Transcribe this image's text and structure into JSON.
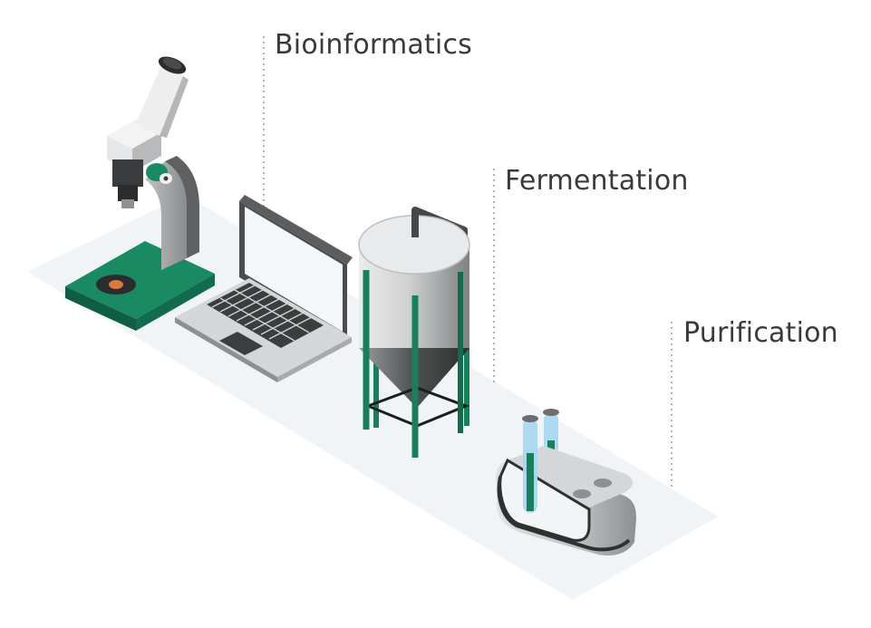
{
  "stages": [
    {
      "id": "bioinformatics",
      "label": "Bioinformatics",
      "equipment": "laptop-icon"
    },
    {
      "id": "fermentation",
      "label": "Fermentation",
      "equipment": "fermenter-tank-icon"
    },
    {
      "id": "purification",
      "label": "Purification",
      "equipment": "test-tube-rack-icon"
    }
  ],
  "extra_equipment": [
    "microscope-icon"
  ],
  "colors": {
    "accent_green": "#14875f",
    "metal_light": "#d9dadb",
    "metal_mid": "#a9abad",
    "metal_dark": "#3c3d3e",
    "floor": "#f1f4f6",
    "tube_blue": "#a8d9f0",
    "label_text": "#3a3a3a",
    "slide_orange": "#d97a3a"
  }
}
